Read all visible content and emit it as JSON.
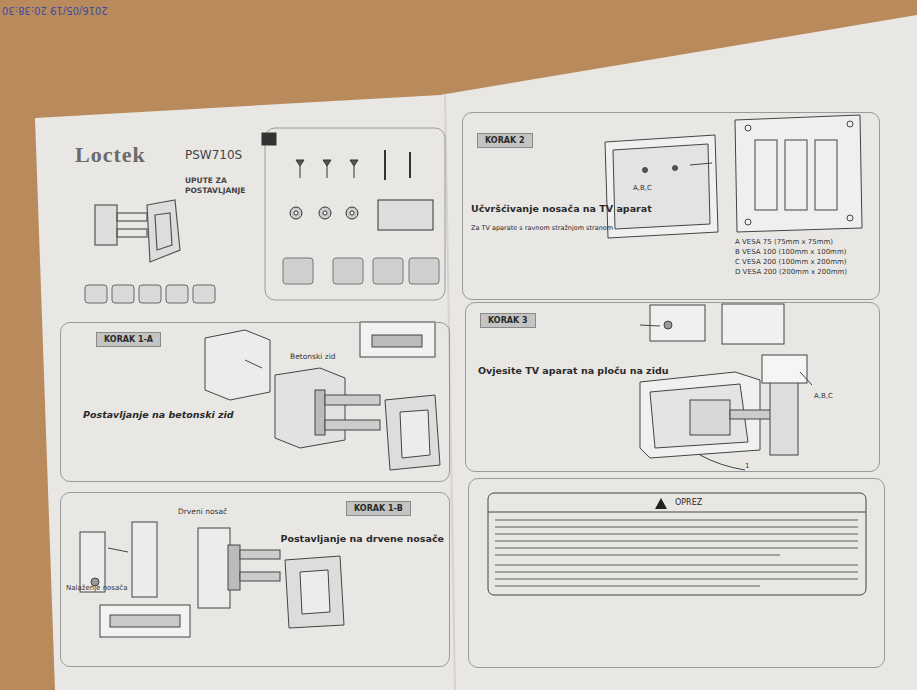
{
  "diagram": {
    "nodes": [
      {
        "text": [
          "Postavljanje na betonski zid"
        ]
      },
      {
        "text": [
          "KORAK 1-A"
        ],
        "in": 0
      },
      {
        "text": [
          "Postavljanje na drvene nosače"
        ]
      },
      {
        "text": [
          "KORAK 1-B"
        ],
        "in": 2
      },
      {
        "text": [
          "Učvršćivanje nosača na TV aparat",
          "Za TV aparate s ravnom stražnjom stranom"
        ]
      },
      {
        "text": [
          "KORAK 2"
        ],
        "in": 4
      },
      {
        "text": [
          "Ovjesite TV aparat na ploču na zidu"
        ]
      },
      {
        "text": [
          "KORAK 3"
        ],
        "in": 6
      },
      {
        "text": [
          "OPREZ"
        ]
      }
    ],
    "labels": [
      "2016/05/19 20:38:30",
      "Loctek",
      "PSW710S",
      "UPUTE ZA POSTAVLJANJE",
      "Betonski zid",
      "Drveni nosač",
      "Nalaženje nosača",
      "A,B,C",
      "A VESA 75 (75mm x 75mm)",
      "B VESA 100 (100mm x 100mm)",
      "C VESA 200 (100mm x 200mm)",
      "D VESA 200 (200mm x 200mm)",
      "A,B,C",
      "1"
    ]
  }
}
